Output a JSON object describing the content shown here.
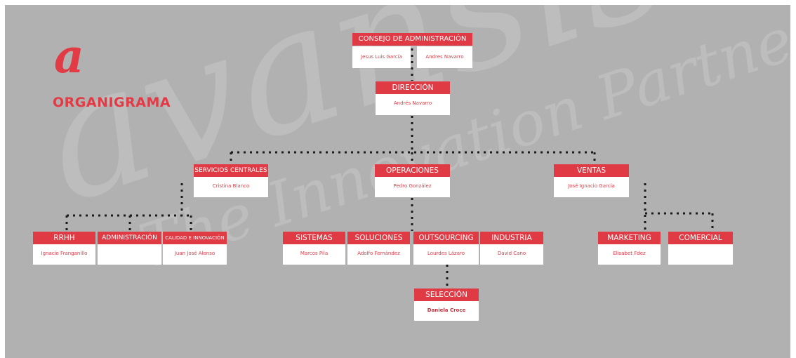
{
  "title": "ORGANIGRAMA",
  "logo_letter": "a",
  "watermark": {
    "brand": "avansis",
    "tagline": "The Innovation Partner"
  },
  "colors": {
    "accent": "#e03a45",
    "background": "#b1b1b1",
    "line": "#1a1a1a"
  },
  "board": {
    "label": "CONSEJO DE ADMINISTRACIÓN",
    "members": [
      "Jesus Luis García",
      "Andres Navarro"
    ]
  },
  "direccion": {
    "label": "DIRECCIÓN",
    "person": "Andrés Navarro"
  },
  "servicios": {
    "label": "SERVICIOS CENTRALES",
    "person": "Cristina Blanco"
  },
  "operaciones": {
    "label": "OPERACIONES",
    "person": "Pedro González"
  },
  "ventas": {
    "label": "VENTAS",
    "person": "José Ignacio García"
  },
  "rrhh": {
    "label": "RRHH",
    "person": "Ignacio Franganillo"
  },
  "administracion": {
    "label": "ADMINISTRACIÓN",
    "person": ""
  },
  "calidad": {
    "label": "CALIDAD E INNOVACIÓN",
    "person": "Juan José Alonso"
  },
  "sistemas": {
    "label": "SISTEMAS",
    "person": "Marcos Pila"
  },
  "soluciones": {
    "label": "SOLUCIONES",
    "person": "Adolfo Fernández"
  },
  "outsourcing": {
    "label": "OUTSOURCING",
    "person": "Lourdes Lázaro"
  },
  "industria": {
    "label": "INDUSTRIA",
    "person": "David Cano"
  },
  "marketing": {
    "label": "MARKETING",
    "person": "Elisabet Fdez"
  },
  "comercial": {
    "label": "COMERCIAL",
    "person": ""
  },
  "seleccion": {
    "label": "SELECCIÓN",
    "person": "Daniela Croce"
  }
}
